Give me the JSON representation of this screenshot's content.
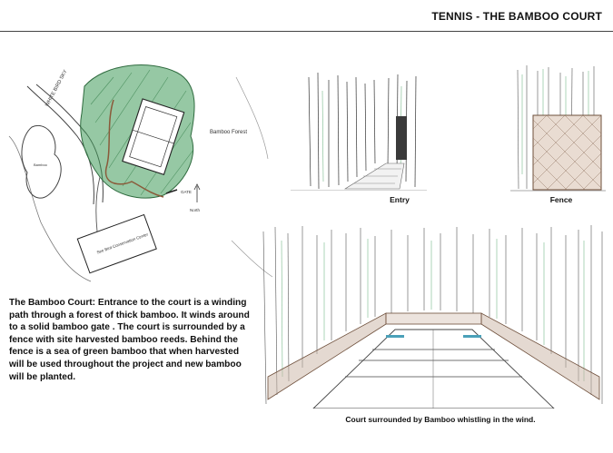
{
  "header": {
    "title": "TENNIS - THE BAMBOO COURT"
  },
  "site_plan": {
    "labels": {
      "road": "WHITE BIRD SKY",
      "forest": "Bamboo Forest",
      "gate": "GATE",
      "north": "North",
      "building": "See Bird Conservation Center",
      "tree": "Bamboo"
    }
  },
  "captions": {
    "entry": "Entry",
    "fence": "Fence",
    "court": "Court surrounded by Bamboo whistling in the wind."
  },
  "description": "The Bamboo Court: Entrance to the court is a winding path through a forest of thick bamboo. It winds around to a solid bamboo gate . The court is surrounded by a fence with site harvested bamboo reeds. Behind the fence is a sea of green bamboo  that when harvested will be used throughout the project and new bamboo will be planted.",
  "colors": {
    "bamboo_green": "#3f9b5a",
    "sketch_ink": "#333333",
    "fence_brown": "#8a6a55"
  }
}
